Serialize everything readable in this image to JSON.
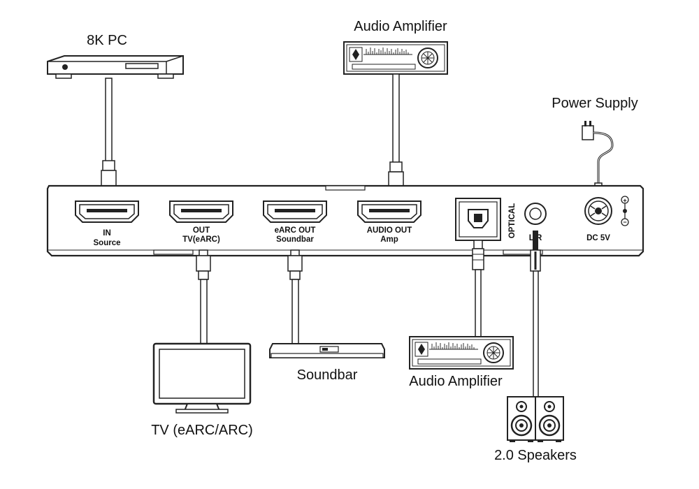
{
  "devices": {
    "pc": "8K PC",
    "amp_top": "Audio Amplifier",
    "power": "Power Supply",
    "tv": "TV (eARC/ARC)",
    "soundbar": "Soundbar",
    "amp_bottom": "Audio Amplifier",
    "speakers": "2.0 Speakers"
  },
  "ports": {
    "in_line1": "IN",
    "in_line2": "Source",
    "out_line1": "OUT",
    "out_line2": "TV(eARC)",
    "earc_line1": "eARC OUT",
    "earc_line2": "Soundbar",
    "audio_line1": "AUDIO OUT",
    "audio_line2": "Amp",
    "optical": "OPTICAL",
    "lr": "L/R",
    "dc": "DC 5V",
    "plus": "+",
    "minus": "−"
  }
}
